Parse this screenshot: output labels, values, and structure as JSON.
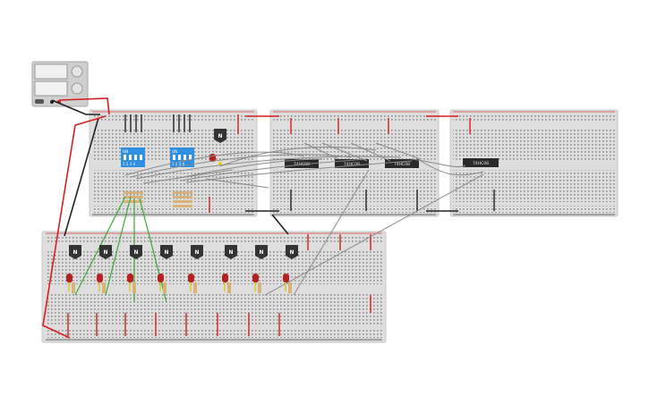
{
  "chips": [
    {
      "label": "74HC08"
    },
    {
      "label": "74HC08"
    },
    {
      "label": "74HC08"
    },
    {
      "label": "74HC08"
    }
  ],
  "transistor_mark": "N",
  "dip_switch": {
    "on_label": "ON",
    "numbers": "1 2 3 4"
  },
  "colors": {
    "breadboard": "#dddddd",
    "breadboard_edge": "#c8c8c8",
    "hole": "#9a9a9a",
    "rail_red": "#d93c3c",
    "rail_black": "#3a3a3a",
    "wire_red": "#d61f1f",
    "wire_black": "#222222",
    "wire_gray": "#8a8a8a",
    "wire_green": "#3aaa35",
    "dip_blue": "#2f8fe0",
    "chip_body": "#2a2a2a",
    "transistor": "#333333",
    "led_red": "#b52020",
    "resistor": "#d9b27a"
  }
}
